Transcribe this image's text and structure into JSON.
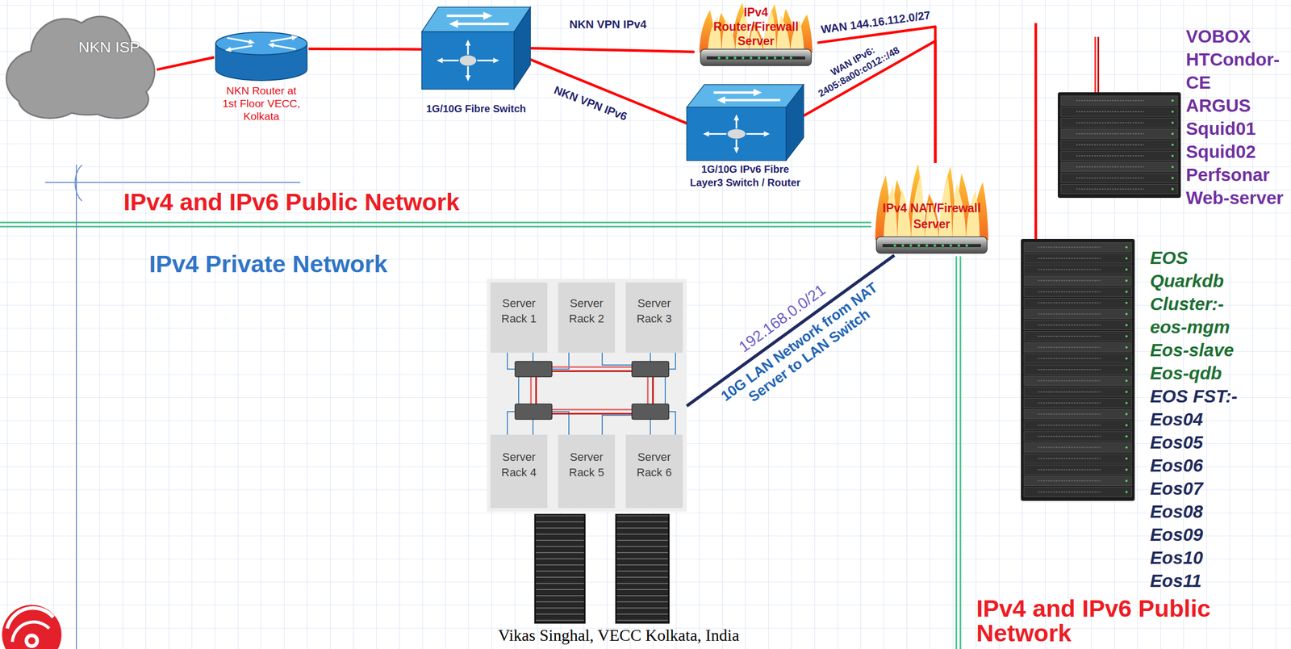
{
  "diagram": {
    "caption": "Vikas Singhal, VECC Kolkata, India",
    "nodes": [
      {
        "text": [
          "NKN ISP"
        ]
      },
      {
        "text": [
          "NKN Router at 1st Floor VECC, Kolkata"
        ]
      },
      {
        "text": [
          "1G/10G Fibre Switch"
        ]
      },
      {
        "text": [
          "IPv4 Router/Firewall Server"
        ]
      },
      {
        "text": [
          "1G/10G IPv6 Fibre Layer3 Switch / Router"
        ]
      },
      {
        "text": [
          "IPv4 NAT/Firewall Server"
        ]
      },
      {
        "text": [
          "VOBOX",
          "HTCondor-CE",
          "ARGUS",
          "Squid01",
          "Squid02",
          "Perfsonar",
          "Web-server"
        ]
      },
      {
        "text": [
          "EOS Quarkdb Cluster:-",
          "eos-mgm",
          "Eos-slave",
          "Eos-qdb",
          "EOS FST:-",
          "Eos04",
          "Eos05",
          "Eos06",
          "Eos07",
          "Eos08",
          "Eos09",
          "Eos10",
          "Eos11"
        ]
      },
      {
        "text": [
          "Server Rack 1"
        ]
      },
      {
        "text": [
          "Server Rack 2"
        ]
      },
      {
        "text": [
          "Server Rack 3"
        ]
      },
      {
        "text": [
          "Server Rack 4"
        ]
      },
      {
        "text": [
          "Server Rack 5"
        ]
      },
      {
        "text": [
          "Server Rack 6"
        ]
      }
    ],
    "edges": [
      {
        "from": 0,
        "to": 1,
        "arrow": "none"
      },
      {
        "from": 1,
        "to": 2,
        "arrow": "none"
      },
      {
        "from": 2,
        "to": 3,
        "label": "NKN VPN IPv4",
        "arrow": "none"
      },
      {
        "from": 2,
        "to": 4,
        "label": "NKN VPN IPv6",
        "arrow": "none"
      },
      {
        "from": 3,
        "to": 5,
        "label": "WAN 144.16.112.0/27",
        "arrow": "none"
      },
      {
        "from": 4,
        "to": 5,
        "label": "WAN IPv6: 2405:8a00:c012::/48",
        "arrow": "none"
      }
    ],
    "labels": [
      "IPv4 and IPv6 Public Network",
      "IPv4 Private Network",
      "192.168.0.0/21",
      "10G LAN Network from NAT Server to LAN Switch",
      "IPv4 and IPv6 Public Network"
    ]
  }
}
